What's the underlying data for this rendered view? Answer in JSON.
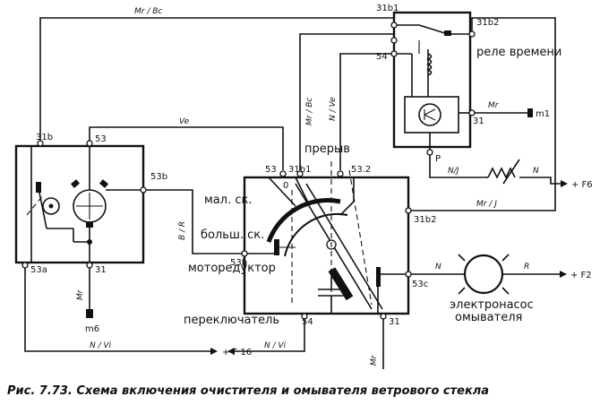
{
  "caption": "Рис. 7.73. Схема включения очистителя и омывателя ветрового стекла",
  "components": {
    "motor": "моторедуктор",
    "relay": "реле времени",
    "switch": "переключатель",
    "pump_line1": "электронасос",
    "pump_line2": "омывателя",
    "pos_interval": "прерыв",
    "pos_low": "мал. ск.",
    "pos_high": "больш. ск."
  },
  "terminals": {
    "motor_31b": "31b",
    "motor_53": "53",
    "motor_53b": "53b",
    "motor_53a": "53a",
    "motor_31": "31",
    "relay_31b1": "31b1",
    "relay_31b2": "31b2",
    "relay_54": "54",
    "relay_p": "P",
    "relay_31": "31",
    "sw_53": "53",
    "sw_31b1": "31b1",
    "sw_53_2": "53.2",
    "sw_0": "0",
    "sw_31b2": "31b2",
    "sw_53b": "53b",
    "sw_53c": "53c",
    "sw_54": "54",
    "sw_31": "31",
    "m1": "m1",
    "m6": "m6"
  },
  "wires": {
    "top_mr_bc": "Mr / Bc",
    "ve": "Ve",
    "relay_mr_bc": "Mr / Bc",
    "relay_n_ve": "N / Ve",
    "relay_mr": "Mr",
    "relay_n_j": "N/J",
    "relay_n": "N",
    "mr_j": "Mr / J",
    "b_r": "B / R",
    "motor_mr": "Mr",
    "bottom_n_vi": "N / Vi",
    "sw_n_vi": "N / Vi",
    "sw_mr": "Mr",
    "pump_n": "N",
    "pump_r": "R"
  },
  "fuses": {
    "f6": "+ F6",
    "f16": "+ F 16",
    "f2": "+ F2"
  }
}
